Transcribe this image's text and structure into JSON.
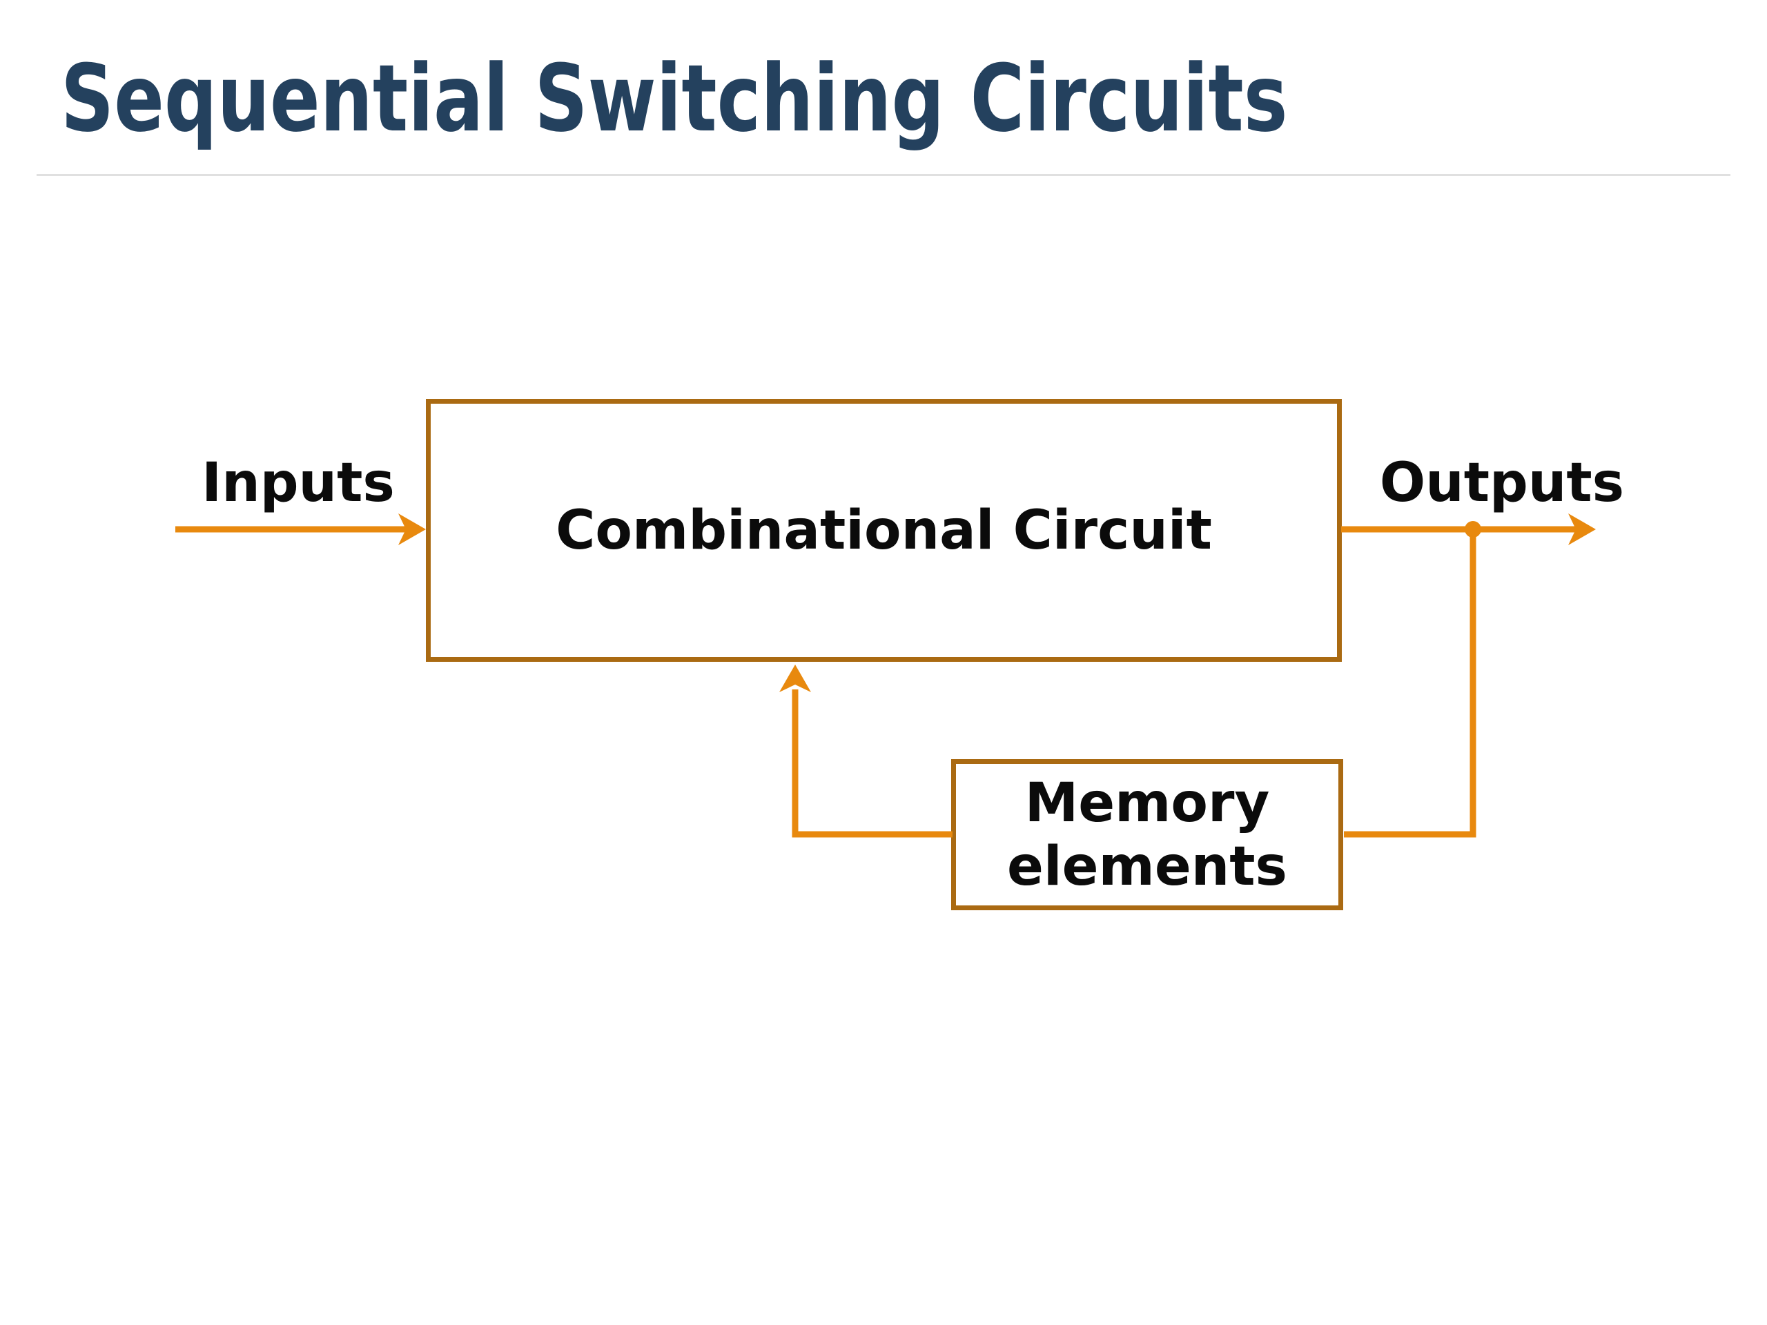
{
  "slide": {
    "title": "Sequential Switching Circuits",
    "background_color": "#FFFFFF",
    "title_color": "#24415E",
    "divider_color": "#E0E0E0"
  },
  "diagram": {
    "combinational_box_label": "Combinational Circuit",
    "memory_box_label": "Memory\nelements",
    "inputs_label": "Inputs",
    "outputs_label": "Outputs",
    "box_border_color": "#AA6A12",
    "wire_color": "#E8890E",
    "label_color": "#0B0B0B",
    "icons": {
      "input_arrowhead": "right-arrowhead",
      "output_arrowhead": "right-arrowhead",
      "feedback_arrowhead": "up-arrowhead",
      "output_branch": "junction-dot"
    }
  }
}
